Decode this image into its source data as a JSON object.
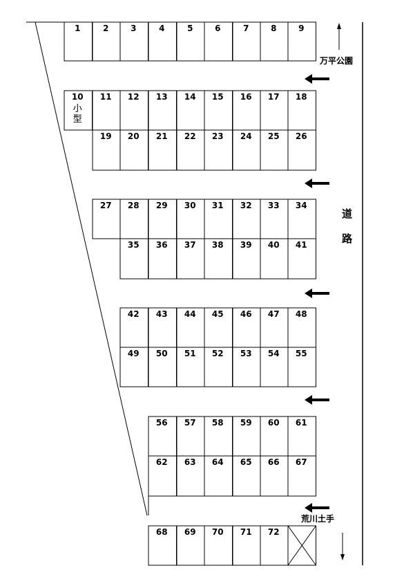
{
  "parking_map": {
    "spaces": [
      {
        "id": "1",
        "label": "1"
      },
      {
        "id": "2",
        "label": "2"
      },
      {
        "id": "3",
        "label": "3"
      },
      {
        "id": "4",
        "label": "4"
      },
      {
        "id": "5",
        "label": "5"
      },
      {
        "id": "6",
        "label": "6"
      },
      {
        "id": "7",
        "label": "7"
      },
      {
        "id": "8",
        "label": "8"
      },
      {
        "id": "9",
        "label": "9"
      },
      {
        "id": "10",
        "label": "10",
        "note": "小型"
      },
      {
        "id": "11",
        "label": "11"
      },
      {
        "id": "12",
        "label": "12"
      },
      {
        "id": "13",
        "label": "13"
      },
      {
        "id": "14",
        "label": "14"
      },
      {
        "id": "15",
        "label": "15"
      },
      {
        "id": "16",
        "label": "16"
      },
      {
        "id": "17",
        "label": "17"
      },
      {
        "id": "18",
        "label": "18"
      },
      {
        "id": "19",
        "label": "19"
      },
      {
        "id": "20",
        "label": "20"
      },
      {
        "id": "21",
        "label": "21"
      },
      {
        "id": "22",
        "label": "22"
      },
      {
        "id": "23",
        "label": "23"
      },
      {
        "id": "24",
        "label": "24"
      },
      {
        "id": "25",
        "label": "25"
      },
      {
        "id": "26",
        "label": "26"
      },
      {
        "id": "27",
        "label": "27"
      },
      {
        "id": "28",
        "label": "28"
      },
      {
        "id": "29",
        "label": "29"
      },
      {
        "id": "30",
        "label": "30"
      },
      {
        "id": "31",
        "label": "31"
      },
      {
        "id": "32",
        "label": "32"
      },
      {
        "id": "33",
        "label": "33"
      },
      {
        "id": "34",
        "label": "34"
      },
      {
        "id": "35",
        "label": "35"
      },
      {
        "id": "36",
        "label": "36"
      },
      {
        "id": "37",
        "label": "37"
      },
      {
        "id": "38",
        "label": "38"
      },
      {
        "id": "39",
        "label": "39"
      },
      {
        "id": "40",
        "label": "40"
      },
      {
        "id": "41",
        "label": "41"
      },
      {
        "id": "42",
        "label": "42"
      },
      {
        "id": "43",
        "label": "43"
      },
      {
        "id": "44",
        "label": "44"
      },
      {
        "id": "45",
        "label": "45"
      },
      {
        "id": "46",
        "label": "46"
      },
      {
        "id": "47",
        "label": "47"
      },
      {
        "id": "48",
        "label": "48"
      },
      {
        "id": "49",
        "label": "49"
      },
      {
        "id": "50",
        "label": "50"
      },
      {
        "id": "51",
        "label": "51"
      },
      {
        "id": "52",
        "label": "52"
      },
      {
        "id": "53",
        "label": "53"
      },
      {
        "id": "54",
        "label": "54"
      },
      {
        "id": "55",
        "label": "55"
      },
      {
        "id": "56",
        "label": "56"
      },
      {
        "id": "57",
        "label": "57"
      },
      {
        "id": "58",
        "label": "58"
      },
      {
        "id": "59",
        "label": "59"
      },
      {
        "id": "60",
        "label": "60"
      },
      {
        "id": "61",
        "label": "61"
      },
      {
        "id": "62",
        "label": "62"
      },
      {
        "id": "63",
        "label": "63"
      },
      {
        "id": "64",
        "label": "64"
      },
      {
        "id": "65",
        "label": "65"
      },
      {
        "id": "66",
        "label": "66"
      },
      {
        "id": "67",
        "label": "67"
      },
      {
        "id": "68",
        "label": "68"
      },
      {
        "id": "69",
        "label": "69"
      },
      {
        "id": "70",
        "label": "70"
      },
      {
        "id": "71",
        "label": "71"
      },
      {
        "id": "72",
        "label": "72"
      },
      {
        "id": "X",
        "label": "",
        "crossed": true
      }
    ],
    "direction_labels": {
      "north": "万平公園",
      "south": "荒川土手"
    },
    "road_label": [
      "道",
      "路"
    ],
    "lane_arrow_icon": "left-arrow-icon"
  }
}
